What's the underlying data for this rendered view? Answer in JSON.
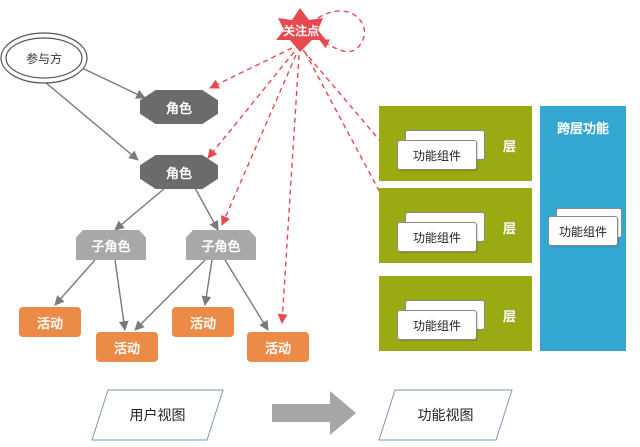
{
  "focus": {
    "label": "关注点"
  },
  "participant": {
    "label": "参与方"
  },
  "roles": [
    {
      "label": "角色"
    },
    {
      "label": "角色"
    }
  ],
  "subroles": [
    {
      "label": "子角色"
    },
    {
      "label": "子角色"
    }
  ],
  "activities": [
    {
      "label": "活动"
    },
    {
      "label": "活动"
    },
    {
      "label": "活动"
    },
    {
      "label": "活动"
    }
  ],
  "layers": [
    {
      "title": "层",
      "component": "功能组件"
    },
    {
      "title": "层",
      "component": "功能组件"
    },
    {
      "title": "层",
      "component": "功能组件"
    }
  ],
  "cross_layer": {
    "title": "跨层功能",
    "component": "功能组件"
  },
  "views": {
    "user": "用户视图",
    "function": "功能视图"
  },
  "colors": {
    "focus": "#e8484f",
    "role": "#6b6b6b",
    "subrole": "#a8a8a8",
    "activity": "#ec8a47",
    "layer": "#9aaa12",
    "cross_layer": "#33a6d2",
    "arrow_gray": "#7a7a7a",
    "arrow_dashed": "#e8484f"
  }
}
